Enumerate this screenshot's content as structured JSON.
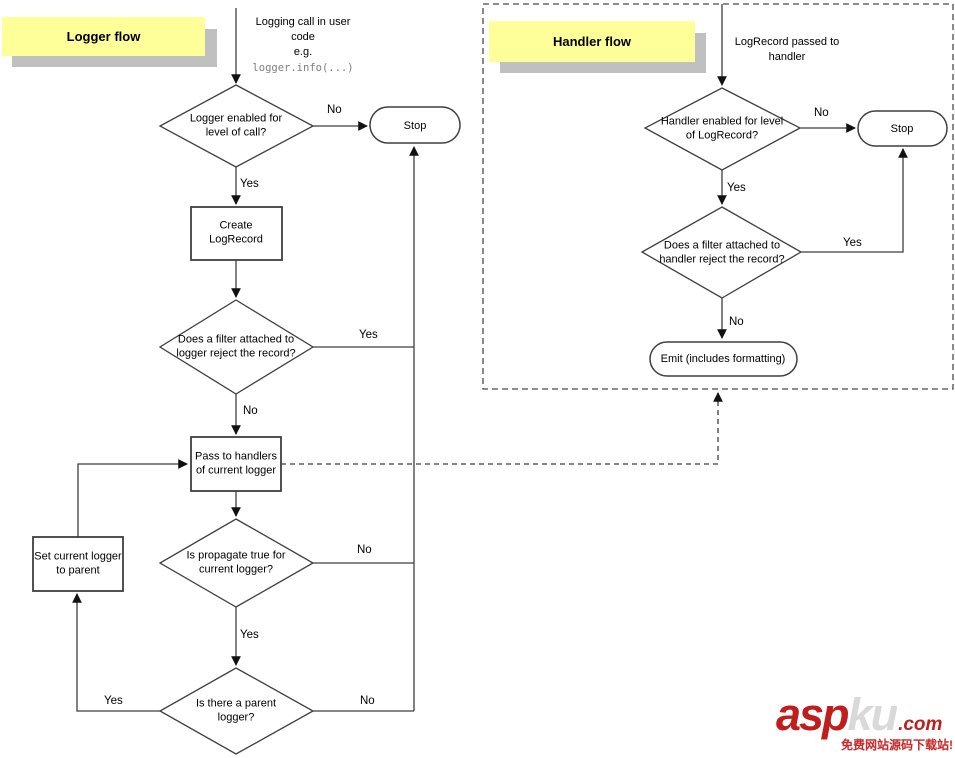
{
  "logger_flow": {
    "title": "Logger flow",
    "start_line1": "Logging call in user code",
    "start_line2": "e.g.",
    "start_code": "logger.info(...)",
    "enabled_question": "Logger enabled for level of call?",
    "stop_label": "Stop",
    "create_box": "Create LogRecord",
    "filter_question": "Does a filter attached to logger reject the record?",
    "pass_box": "Pass to handlers of current logger",
    "propagate_question": "Is propagate true for current logger?",
    "parent_question": "Is there a parent logger?",
    "set_box": "Set current logger to parent",
    "labels": {
      "enabled_no": "No",
      "enabled_yes": "Yes",
      "filter_yes": "Yes",
      "filter_no": "No",
      "propagate_no": "No",
      "propagate_yes": "Yes",
      "parent_yes": "Yes",
      "parent_no": "No"
    }
  },
  "handler_flow": {
    "title": "Handler flow",
    "start_text": "LogRecord passed to handler",
    "enabled_question": "Handler enabled for level of LogRecord?",
    "stop_label": "Stop",
    "filter_question": "Does a filter attached to handler reject the record?",
    "emit_label": "Emit (includes formatting)",
    "labels": {
      "enabled_no": "No",
      "enabled_yes": "Yes",
      "filter_yes": "Yes",
      "filter_no": "No"
    }
  },
  "watermark": {
    "asp": "asp",
    "ku": "ku",
    "domain": ".com",
    "tagline": "免费网站源码下载站!"
  },
  "colors": {
    "line": "#3f3f3f",
    "arrow": "#111111",
    "sticky_fill": "#ffff99",
    "sticky_shadow": "#c0c0c0",
    "code_text": "#7f7f7f",
    "watermark_red": "#c01e1e",
    "watermark_gray": "#d9d9d9"
  }
}
